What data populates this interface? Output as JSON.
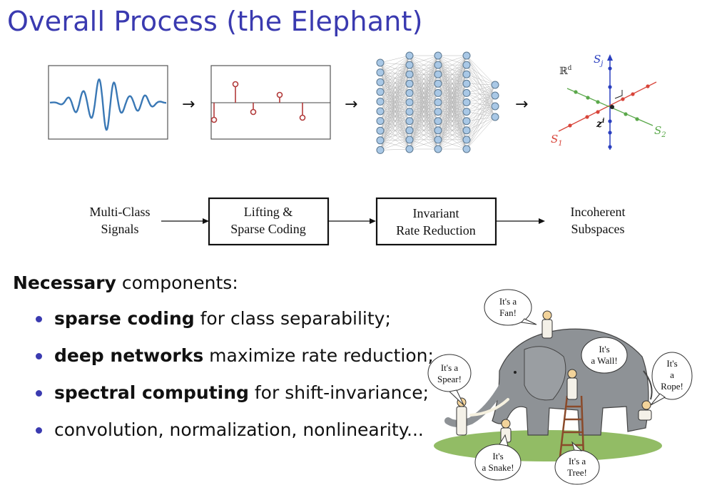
{
  "slide": {
    "title": "Overall Process (the Elephant)"
  },
  "top_row": {
    "arrows": [
      "→",
      "→",
      "→"
    ],
    "subspace_figure": {
      "space_label": "ℝ",
      "space_sup": "d",
      "axis_j_label": "S",
      "axis_j_sub": "j",
      "axis_1_label": "S",
      "axis_1_sub": "1",
      "axis_2_label": "S",
      "axis_2_sub": "2",
      "point_label": "z",
      "point_sup": "i",
      "colors": {
        "axis_j": "#2a3fbf",
        "axis_1": "#d8453a",
        "axis_2": "#5aa84a"
      }
    }
  },
  "flow": {
    "input_line1": "Multi-Class",
    "input_line2": "Signals",
    "box1_line1": "Lifting &",
    "box1_line2": "Sparse Coding",
    "box2_line1": "Invariant",
    "box2_line2": "Rate Reduction",
    "output_line1": "Incoherent",
    "output_line2": "Subspaces"
  },
  "components": {
    "heading_bold": "Necessary",
    "heading_rest": " components:",
    "items": [
      {
        "bold": "sparse coding",
        "rest": " for class separability;"
      },
      {
        "bold": "deep networks",
        "rest": " maximize rate reduction;"
      },
      {
        "bold": "spectral computing",
        "rest": " for shift-invariance;"
      },
      {
        "bold": "",
        "rest": "convolution, normalization, nonlinearity..."
      }
    ]
  },
  "cartoon": {
    "fan": [
      "It's a",
      "Fan!"
    ],
    "spear": [
      "It's a",
      "Spear!"
    ],
    "wall": [
      "It's",
      "a Wall!"
    ],
    "rope": [
      "It's",
      "a",
      "Rope!"
    ],
    "snake": [
      "It's",
      "a Snake!"
    ],
    "tree": [
      "It's a",
      "Tree!"
    ]
  },
  "colors": {
    "title": "#3a3ab0",
    "bullet": "#3a3ab0",
    "signal": "#3a78b5",
    "stem": "#b23a3a",
    "node": "#a9c8e6",
    "elephant": "#8e9296"
  }
}
